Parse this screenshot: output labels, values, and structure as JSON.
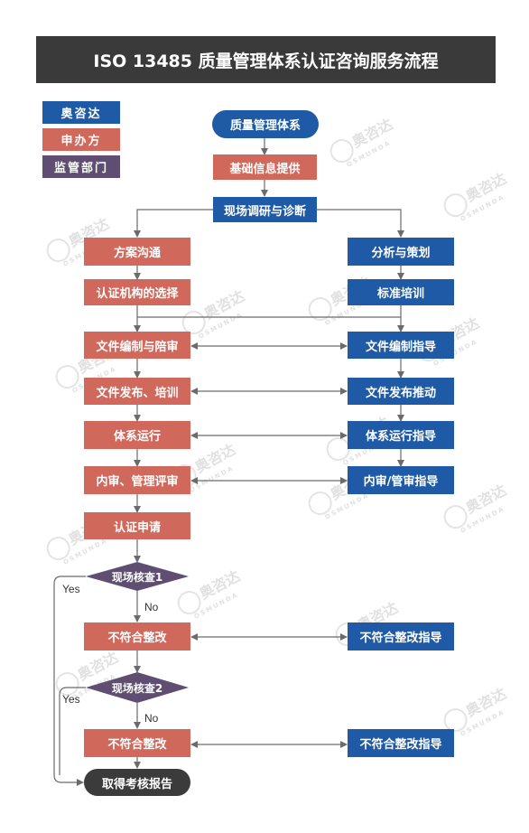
{
  "title": "ISO 13485 质量管理体系认证咨询服务流程",
  "legend": {
    "aozida": "奥咨达",
    "applicant": "申办方",
    "regulator": "监管部门"
  },
  "nodes": {
    "qms": "质量管理体系",
    "basic_info": "基础信息提供",
    "survey": "现场调研与诊断",
    "plan_comm": "方案沟通",
    "analysis": "分析与策划",
    "cert_body": "认证机构的选择",
    "std_training": "标准培训",
    "doc_prep": "文件编制与陪审",
    "doc_guide": "文件编制指导",
    "doc_release": "文件发布、培训",
    "doc_push": "文件发布推动",
    "sys_run": "体系运行",
    "sys_run_guide": "体系运行指导",
    "internal_audit": "内审、管理评审",
    "internal_audit_guide": "内审/管审指导",
    "cert_apply": "认证申请",
    "onsite1": "现场核查1",
    "nc_fix1": "不符合整改",
    "nc_guide1": "不符合整改指导",
    "onsite2": "现场核查2",
    "nc_fix2": "不符合整改",
    "nc_guide2": "不符合整改指导",
    "get_report": "取得考核报告"
  },
  "labels": {
    "yes1": "Yes",
    "no1": "No",
    "yes2": "Yes",
    "no2": "No"
  },
  "watermark": {
    "brand": "奥咨达",
    "sub": "OSMUNDA"
  },
  "colors": {
    "aozida": "#1f5aa6",
    "applicant": "#d0685c",
    "regulator": "#5f4e72",
    "title_bg": "#3a3a3a"
  }
}
